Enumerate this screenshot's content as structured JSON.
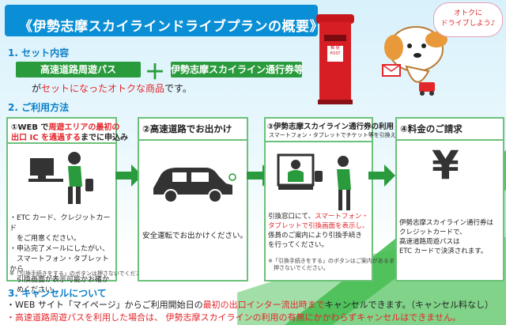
{
  "title": "《伊勢志摩スカイラインドライブプランの概要》",
  "sections": {
    "set_contents": "1.  セット内容",
    "usage": "2.  ご利用方法",
    "cancel": "3.  キャンセルについて"
  },
  "set": {
    "pill1": "高速道路周遊パス",
    "plus": "＋",
    "pill2": "伊勢志摩スカイライン通行券等",
    "desc_pre": "が",
    "desc_red": "セットになったオトクな商品",
    "desc_post": "です。"
  },
  "mascot": {
    "speech": "オトクに\nドライブしよう♪",
    "postbox_label": "郵 便",
    "postbox_sub": "POST"
  },
  "steps": [
    {
      "title_pre": "①WEB で",
      "title_red": "周遊エリアの最初の",
      "title_line2_red": "出口 IC を通過する",
      "title_line2_post": "までに申込み",
      "bullets": [
        "・ETC カード、クレジットカード",
        "　をご用意ください。",
        "・申込完了メールにしたがい、",
        "　スマートフォン・タブレットから",
        "　引換画面が表示可能かお確か",
        "　めください。"
      ],
      "note": "※「引換手続きをする」のボタンは押さないでください。"
    },
    {
      "title": "②高速道路でお出かけ",
      "body": "安全運転でお出かけください。"
    },
    {
      "title": "③伊勢志摩スカイライン通行券の利用",
      "subtitle": "スマートフォン・タブレットでチケット等を引換え",
      "body_l1_pre": "引換窓口にて、",
      "body_l1_red": "スマートフォン・",
      "body_l2_red": "タブレットで引換画面を表示し、",
      "body_l3": "係員のご案内により引換手続き",
      "body_l4": "を行ってください。",
      "note1": "※「引換手続きをする」のボタンはご案内があるまで",
      "note2": "　押さないでください。"
    },
    {
      "title": "④料金のご請求",
      "yen": "¥",
      "body1": "伊勢志摩スカイライン通行券は",
      "body2": "クレジットカードで、",
      "body3": "高速道路周遊パスは",
      "body4": "ETC カードで決済されます。"
    }
  ],
  "footer": {
    "line1_pre": "・WEB サイト「マイページ」からご利用開始日の",
    "line1_red": "最初の出口インター流出時まで",
    "line1_post": "キャンセルできます。（キャンセル料なし）",
    "line2": "・高速道路周遊パスを利用した場合は、 伊勢志摩スカイラインの利用の有無にかかわらずキャンセルはできません。"
  },
  "colors": {
    "banner": "#0a8fd6",
    "green": "#2a9b3c",
    "red": "#e3262b",
    "card_border": "#6cc07a"
  }
}
